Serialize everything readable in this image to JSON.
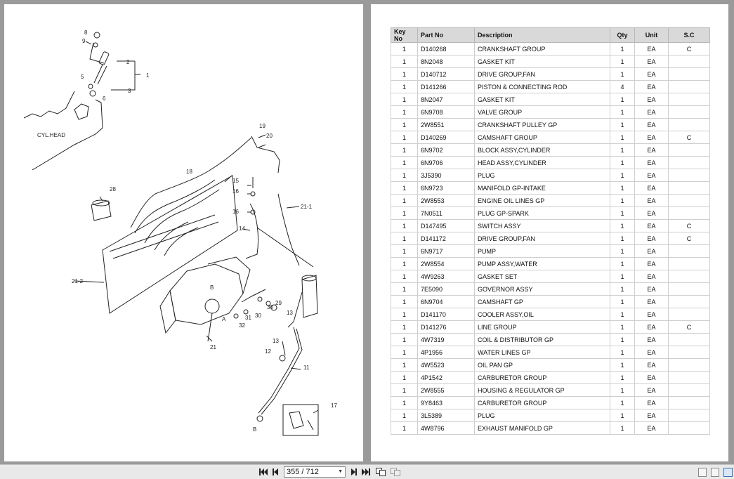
{
  "diagram": {
    "labels": [
      "8",
      "9",
      "2",
      "1",
      "5",
      "6",
      "3",
      "CYL.HEAD",
      "19",
      "20",
      "18",
      "15",
      "16",
      "16",
      "28",
      "21-1",
      "14",
      "21-2",
      "B",
      "A",
      "29",
      "30",
      "31",
      "30",
      "32",
      "13",
      "21",
      "13",
      "12",
      "11",
      "17",
      "B"
    ]
  },
  "table": {
    "headers": [
      "Key No",
      "Part No",
      "Description",
      "Qty",
      "Unit",
      "S.C"
    ],
    "rows": [
      [
        "1",
        "D140268",
        "CRANKSHAFT GROUP",
        "1",
        "EA",
        "C"
      ],
      [
        "1",
        "8N2048",
        "GASKET KIT",
        "1",
        "EA",
        ""
      ],
      [
        "1",
        "D140712",
        "DRIVE GROUP,FAN",
        "1",
        "EA",
        ""
      ],
      [
        "1",
        "D141266",
        "PISTON & CONNECTING ROD",
        "4",
        "EA",
        ""
      ],
      [
        "1",
        "8N2047",
        "GASKET KIT",
        "1",
        "EA",
        ""
      ],
      [
        "1",
        "6N9708",
        "VALVE GROUP",
        "1",
        "EA",
        ""
      ],
      [
        "1",
        "2W8551",
        "CRANKSHAFT PULLEY GP",
        "1",
        "EA",
        ""
      ],
      [
        "1",
        "D140269",
        "CAMSHAFT GROUP",
        "1",
        "EA",
        "C"
      ],
      [
        "1",
        "6N9702",
        "BLOCK ASSY,CYLINDER",
        "1",
        "EA",
        ""
      ],
      [
        "1",
        "6N9706",
        "HEAD ASSY,CYLINDER",
        "1",
        "EA",
        ""
      ],
      [
        "1",
        "3J5390",
        "PLUG",
        "1",
        "EA",
        ""
      ],
      [
        "1",
        "6N9723",
        "MANIFOLD GP-INTAKE",
        "1",
        "EA",
        ""
      ],
      [
        "1",
        "2W8553",
        "ENGINE OIL LINES GP",
        "1",
        "EA",
        ""
      ],
      [
        "1",
        "7N0511",
        "PLUG GP-SPARK",
        "1",
        "EA",
        ""
      ],
      [
        "1",
        "D147495",
        "SWITCH ASSY",
        "1",
        "EA",
        "C"
      ],
      [
        "1",
        "D141172",
        "DRIVE GROUP,FAN",
        "1",
        "EA",
        "C"
      ],
      [
        "1",
        "6N9717",
        "PUMP",
        "1",
        "EA",
        ""
      ],
      [
        "1",
        "2W8554",
        "PUMP ASSY,WATER",
        "1",
        "EA",
        ""
      ],
      [
        "1",
        "4W9263",
        "GASKET SET",
        "1",
        "EA",
        ""
      ],
      [
        "1",
        "7E5090",
        "GOVERNOR ASSY",
        "1",
        "EA",
        ""
      ],
      [
        "1",
        "6N9704",
        "CAMSHAFT GP",
        "1",
        "EA",
        ""
      ],
      [
        "1",
        "D141170",
        "COOLER ASSY,OIL",
        "1",
        "EA",
        ""
      ],
      [
        "1",
        "D141276",
        "LINE GROUP",
        "1",
        "EA",
        "C"
      ],
      [
        "1",
        "4W7319",
        "COIL & DISTRIBUTOR GP",
        "1",
        "EA",
        ""
      ],
      [
        "1",
        "4P1956",
        "WATER LINES GP",
        "1",
        "EA",
        ""
      ],
      [
        "1",
        "4W5523",
        "OIL PAN GP",
        "1",
        "EA",
        ""
      ],
      [
        "1",
        "4P1542",
        "CARBURETOR GROUP",
        "1",
        "EA",
        ""
      ],
      [
        "1",
        "2W8555",
        "HOUSING & REGULATOR GP",
        "1",
        "EA",
        ""
      ],
      [
        "1",
        "9Y8463",
        "CARBURETOR GROUP",
        "1",
        "EA",
        ""
      ],
      [
        "1",
        "3L5389",
        "PLUG",
        "1",
        "EA",
        ""
      ],
      [
        "1",
        "4W8796",
        "EXHAUST MANIFOLD GP",
        "1",
        "EA",
        ""
      ]
    ]
  },
  "toolbar": {
    "page_indicator": "355 / 712",
    "icons": [
      "first-page-icon",
      "prev-page-icon",
      "next-page-icon",
      "last-page-icon",
      "go-back-icon",
      "go-forward-icon",
      "single-page-view-icon",
      "continuous-view-icon",
      "two-page-view-icon"
    ]
  }
}
